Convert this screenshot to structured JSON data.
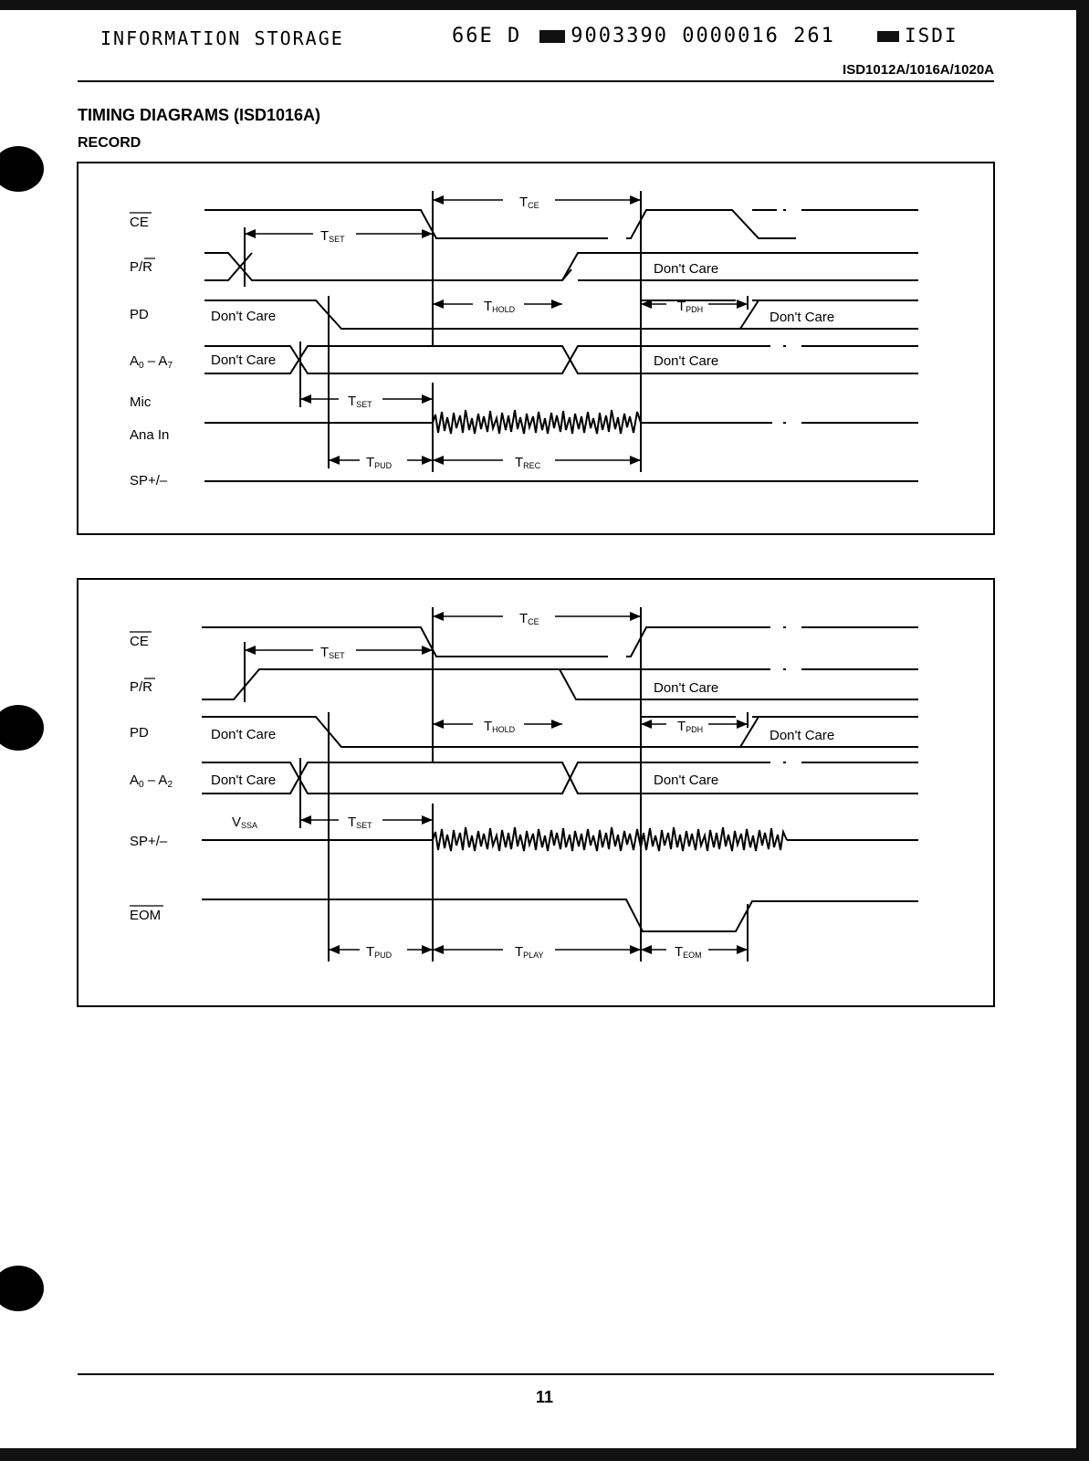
{
  "header": {
    "left": "INFORMATION STORAGE",
    "mid_left": "66E D",
    "mid_right": "9003390 0000016 261",
    "right": "ISDI",
    "part_number": "ISD1012A/1016A/1020A"
  },
  "title": "TIMING DIAGRAMS (ISD1016A)",
  "subtitle": "RECORD",
  "diagram_record": {
    "labels": {
      "ce": "CE",
      "pr": "P/R",
      "pd": "PD",
      "addr_base": "A",
      "addr_sub_start": "0",
      "addr_dash": " – A",
      "addr_sub_end": "7",
      "mic": "Mic",
      "ana_in": "Ana In",
      "sp": "SP+/–",
      "dont_care": "Don't Care",
      "t": "T",
      "sub_ce": "CE",
      "sub_set": "SET",
      "sub_hold": "HOLD",
      "sub_pdh": "PDH",
      "sub_pud": "PUD",
      "sub_rec": "REC"
    }
  },
  "diagram_play": {
    "labels": {
      "ce": "CE",
      "pr": "P/R",
      "pd": "PD",
      "addr_base": "A",
      "addr_sub_start": "0",
      "addr_dash": " – A",
      "addr_sub_end": "2",
      "vssa_base": "V",
      "vssa_sub": "SSA",
      "sp": "SP+/–",
      "eom": "EOM",
      "dont_care": "Don't Care",
      "t": "T",
      "sub_ce": "CE",
      "sub_set": "SET",
      "sub_hold": "HOLD",
      "sub_pdh": "PDH",
      "sub_pud": "PUD",
      "sub_play": "PLAY",
      "sub_eom": "EOM"
    }
  },
  "page_number": "11"
}
